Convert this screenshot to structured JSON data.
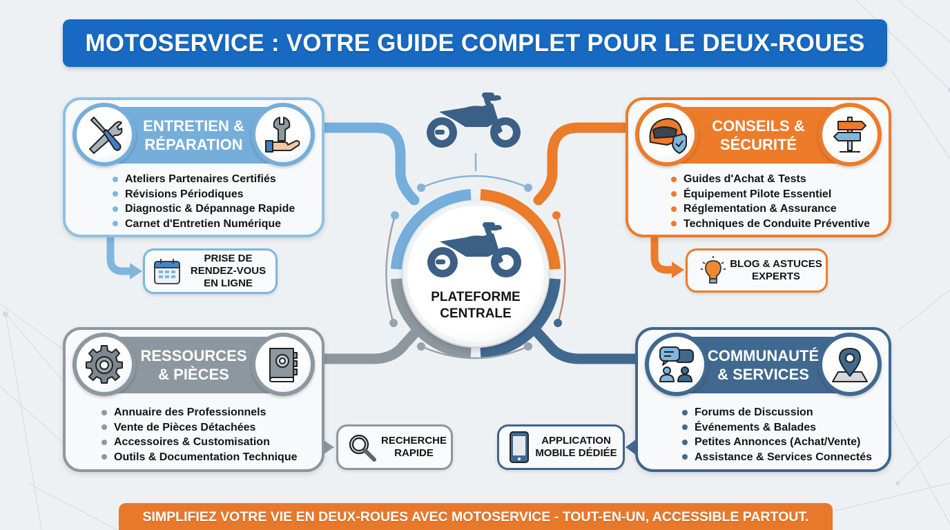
{
  "title": "MOTOSERVICE : VOTRE GUIDE COMPLET POUR LE DEUX-ROUES",
  "colors": {
    "title_blue": "#1769c2",
    "entretien_blue": "#75aedb",
    "conseils_orange": "#ec7b2a",
    "ressources_gray": "#8d979f",
    "communaute_navy": "#41698f",
    "footer_orange": "#e8782a",
    "background": "#eef1f4"
  },
  "hub": {
    "label": "PLATEFORME\nCENTRALE",
    "icon": "motorcycle-icon"
  },
  "top_icon": "motorcycle-icon",
  "sections": {
    "entretien": {
      "title": "ENTRETIEN &\nRÉPARATION",
      "left_icon": "wrench-screwdriver-icon",
      "right_icon": "hand-wrench-icon",
      "items": [
        "Ateliers Partenaires Certifiés",
        "Révisions Périodiques",
        "Diagnostic & Dépannage Rapide",
        "Carnet d'Entretien Numérique"
      ],
      "sub": {
        "label": "PRISE DE\nRENDEZ-VOUS\nEN LIGNE",
        "icon": "calendar-icon"
      }
    },
    "conseils": {
      "title": "CONSEILS &\nSÉCURITÉ",
      "left_icon": "helmet-shield-icon",
      "right_icon": "signpost-icon",
      "items": [
        "Guides d'Achat & Tests",
        "Équipement Pilote Essentiel",
        "Réglementation & Assurance",
        "Techniques de Conduite Préventive"
      ],
      "sub": {
        "label": "BLOG & ASTUCES\nEXPERTS",
        "icon": "lightbulb-icon"
      }
    },
    "ressources": {
      "title": "RESSOURCES\n& PIÈCES",
      "left_icon": "gear-icon",
      "right_icon": "manual-book-icon",
      "items": [
        "Annuaire des Professionnels",
        "Vente de Pièces Détachées",
        "Accessoires & Customisation",
        "Outils & Documentation Technique"
      ],
      "sub": {
        "label": "RECHERCHE\nRAPIDE",
        "icon": "magnifier-icon"
      }
    },
    "communaute": {
      "title": "COMMUNAUTÉ\n& SERVICES",
      "left_icon": "chat-users-icon",
      "right_icon": "map-pin-icon",
      "items": [
        "Forums de Discussion",
        "Événements & Balades",
        "Petites Annonces (Achat/Vente)",
        "Assistance & Services Connectés"
      ],
      "sub": {
        "label": "APPLICATION\nMOBILE DÉDIÉE",
        "icon": "smartphone-icon"
      }
    }
  },
  "footer": "SIMPLIFIEZ VOTRE VIE EN DEUX-ROUES AVEC MOTOSERVICE - TOUT-EN-UN, ACCESSIBLE PARTOUT."
}
